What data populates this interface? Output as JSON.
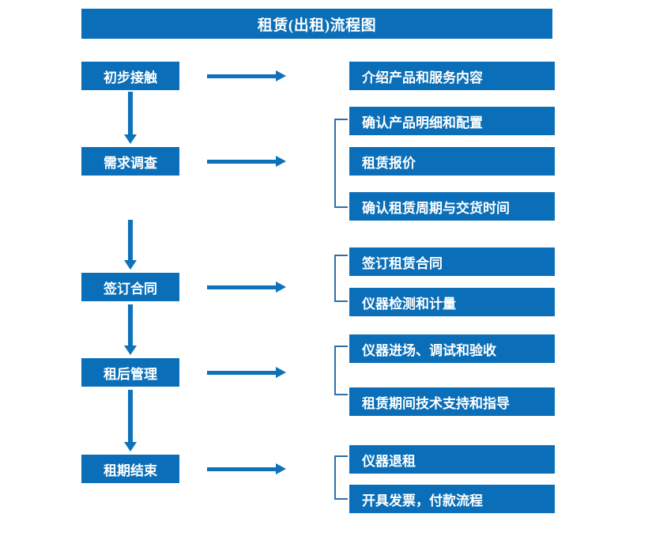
{
  "diagram": {
    "title": "租赁(出租)流程图",
    "accent_color": "#0a6fb8",
    "arrow_color": "#0d72ba",
    "bracket_color": "#2e6fad",
    "text_color": "#ffffff",
    "background_color": "#ffffff"
  },
  "stages": [
    {
      "id": "stage-1",
      "label": "初步接触"
    },
    {
      "id": "stage-2",
      "label": "需求调查"
    },
    {
      "id": "stage-3",
      "label": "签订合同"
    },
    {
      "id": "stage-4",
      "label": "租后管理"
    },
    {
      "id": "stage-5",
      "label": "租期结束"
    }
  ],
  "details": [
    {
      "id": "detail-1-1",
      "label": "介绍产品和服务内容",
      "stage": "stage-1"
    },
    {
      "id": "detail-2-1",
      "label": "确认产品明细和配置",
      "stage": "stage-2"
    },
    {
      "id": "detail-2-2",
      "label": "租赁报价",
      "stage": "stage-2"
    },
    {
      "id": "detail-2-3",
      "label": "确认租赁周期与交货时间",
      "stage": "stage-2"
    },
    {
      "id": "detail-3-1",
      "label": "签订租赁合同",
      "stage": "stage-3"
    },
    {
      "id": "detail-3-2",
      "label": "仪器检测和计量",
      "stage": "stage-3"
    },
    {
      "id": "detail-4-1",
      "label": "仪器进场、调试和验收",
      "stage": "stage-4"
    },
    {
      "id": "detail-4-2",
      "label": "租赁期间技术支持和指导",
      "stage": "stage-4"
    },
    {
      "id": "detail-5-1",
      "label": "仪器退租",
      "stage": "stage-5"
    },
    {
      "id": "detail-5-2",
      "label": "开具发票，付款流程",
      "stage": "stage-5"
    }
  ]
}
